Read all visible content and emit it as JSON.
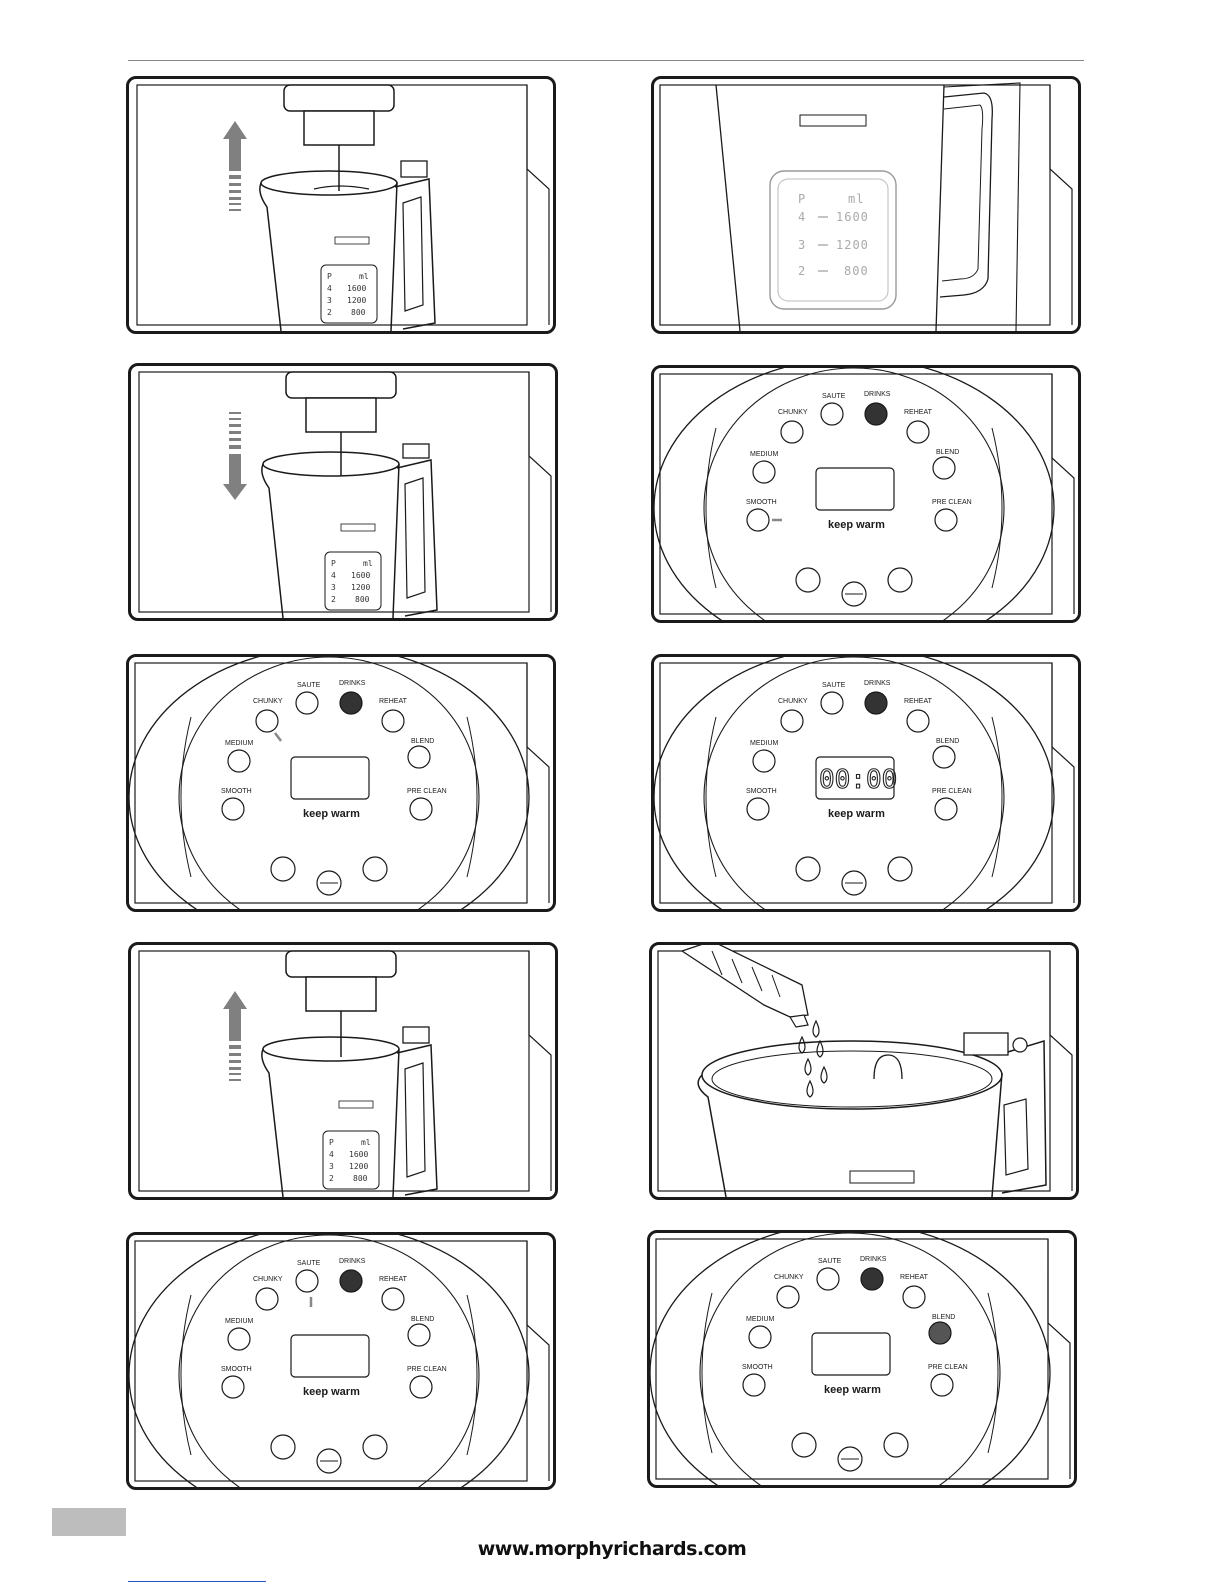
{
  "jug": {
    "scale_header": [
      "P",
      "ml"
    ],
    "scale_rows": [
      {
        "p": "4",
        "ml": "1600"
      },
      {
        "p": "3",
        "ml": "1200"
      },
      {
        "p": "2",
        "ml": "800"
      }
    ]
  },
  "control_panel": {
    "modes": {
      "saute": "SAUTE",
      "drinks": "DRINKS",
      "chunky": "CHUNKY",
      "reheat": "REHEAT",
      "medium": "MEDIUM",
      "blend": "BLEND",
      "smooth": "SMOOTH",
      "pre_clean": "PRE CLEAN"
    },
    "keep_warm": "keep warm",
    "lcd_reading": "00:00"
  },
  "footer": {
    "url": "www.morphyrichards.com"
  },
  "colors": {
    "ink": "#1a1a1a",
    "arrow": "#808080",
    "page_tab": "#bdbdbd",
    "link_rule": "#2a52be"
  }
}
